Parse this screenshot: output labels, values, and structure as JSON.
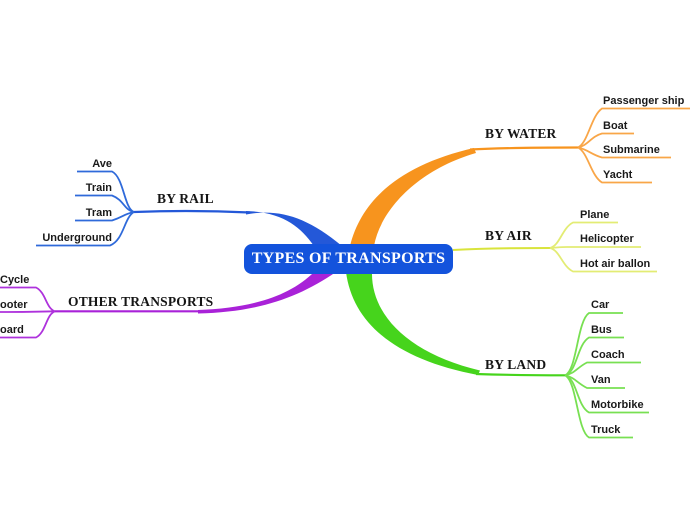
{
  "title": "TYPES OF TRANSPORTS",
  "node": {
    "bg": "#1353dc",
    "text_color": "#ffffff"
  },
  "canvas_bg": "#ffffff",
  "branches": [
    {
      "label": "BY WATER",
      "color": "#f7941e",
      "child_color": "#f9a648",
      "children": [
        "Passenger ship",
        "Boat",
        "Submarine",
        "Yacht"
      ]
    },
    {
      "label": "BY AIR",
      "color": "#d9e43c",
      "child_color": "#e3ec74",
      "children": [
        "Plane",
        "Helicopter",
        "Hot air ballon"
      ]
    },
    {
      "label": "BY LAND",
      "color": "#46d41c",
      "child_color": "#78e052",
      "children": [
        "Car",
        "Bus",
        "Coach",
        "Van",
        "Motorbike",
        "Truck"
      ]
    },
    {
      "label": "BY RAIL",
      "color": "#2458d8",
      "child_color": "#2f6ada",
      "children": [
        "Ave",
        "Train",
        "Tram",
        "Underground"
      ]
    },
    {
      "label": "OTHER TRANSPORTS",
      "color": "#a922d8",
      "child_color": "#ae32dc",
      "children": [
        "Cycle",
        "ooter",
        "oard"
      ]
    }
  ]
}
